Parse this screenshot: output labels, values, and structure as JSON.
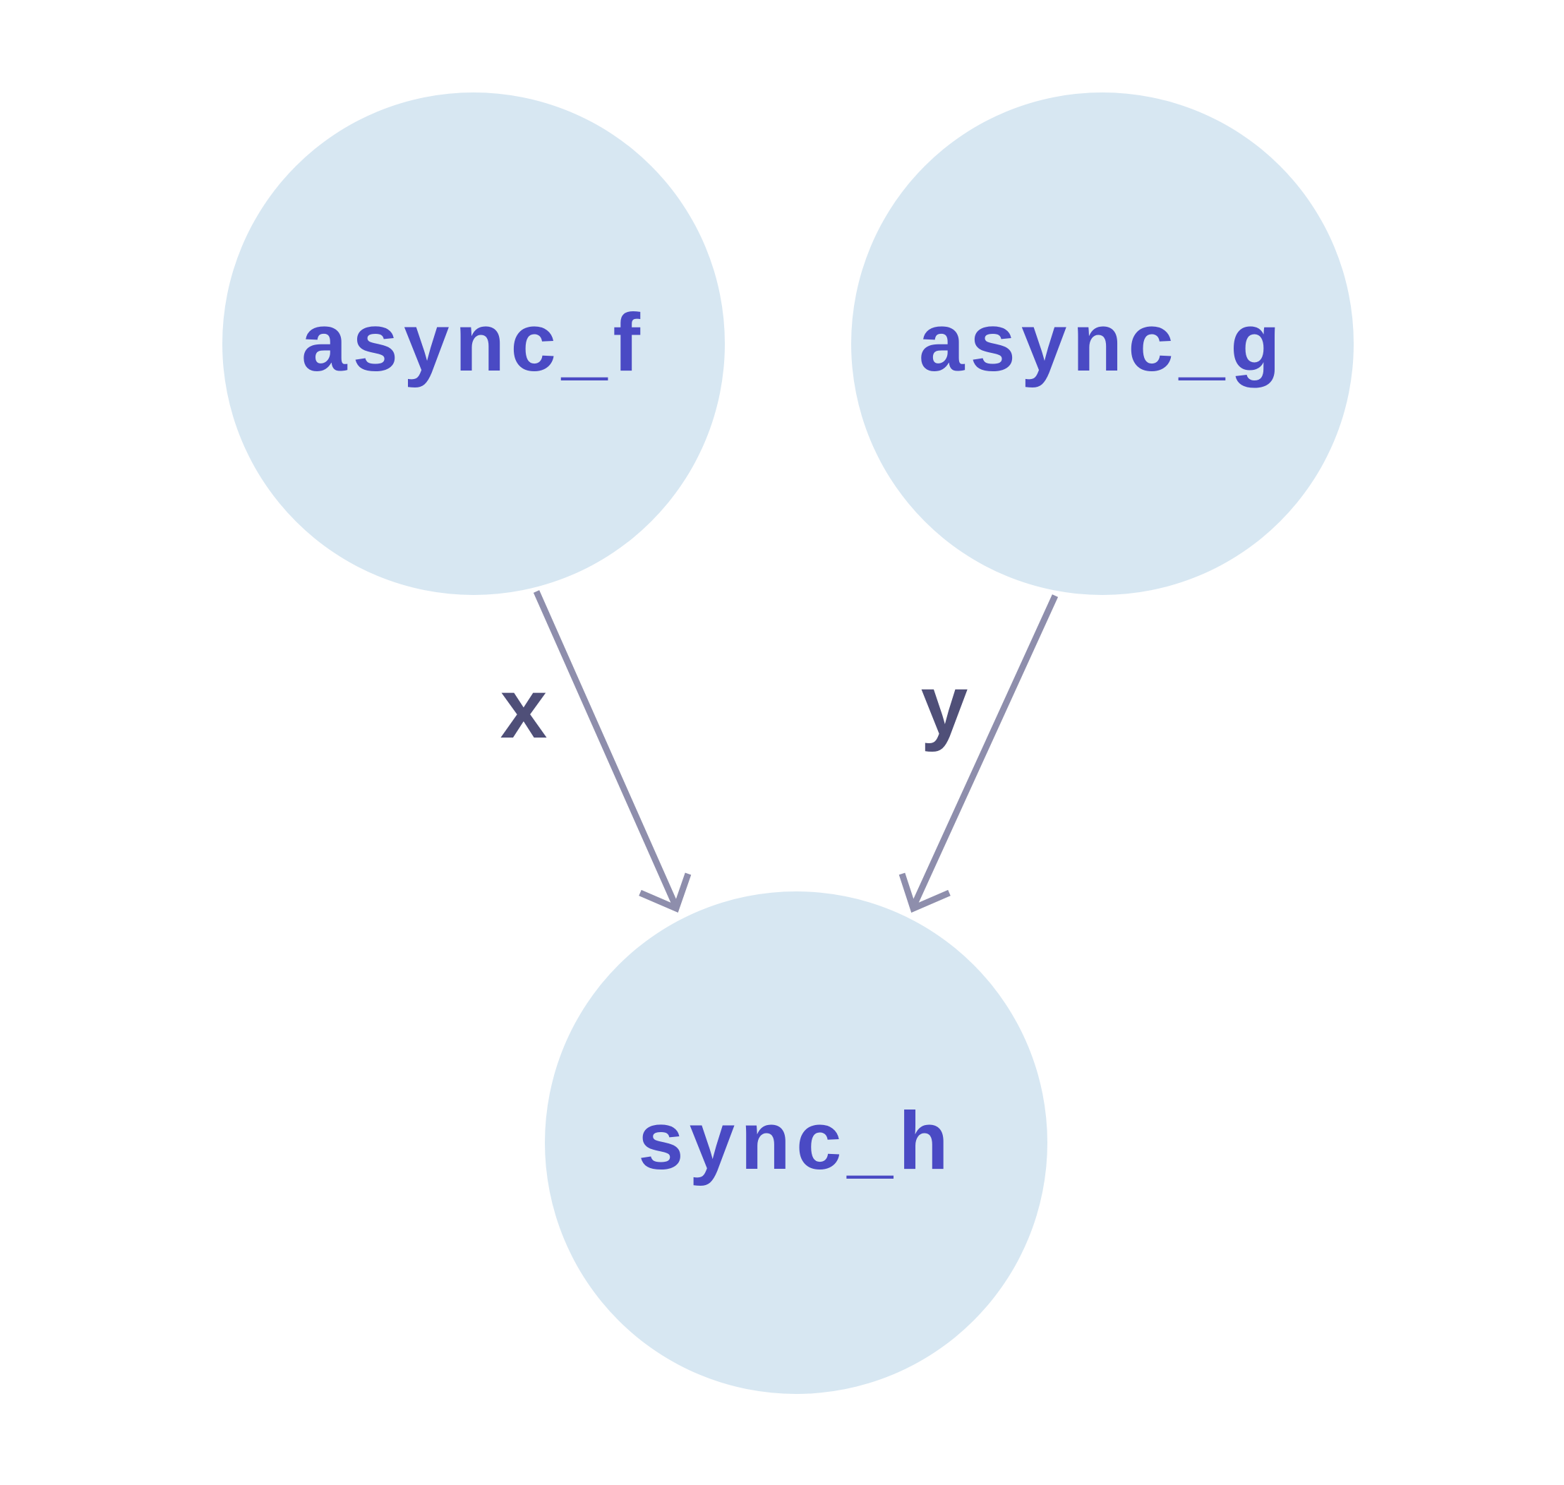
{
  "colors": {
    "node_fill": "#d7e7f2",
    "node_text": "#4a4ac4",
    "edge_stroke": "#8e8eac",
    "edge_label": "#4f4f78",
    "background": "#ffffff"
  },
  "nodes": [
    {
      "id": "async_f",
      "label": "async_f"
    },
    {
      "id": "async_g",
      "label": "async_g"
    },
    {
      "id": "sync_h",
      "label": "sync_h"
    }
  ],
  "edges": [
    {
      "from": "async_f",
      "to": "sync_h",
      "label": "x"
    },
    {
      "from": "async_g",
      "to": "sync_h",
      "label": "y"
    }
  ]
}
